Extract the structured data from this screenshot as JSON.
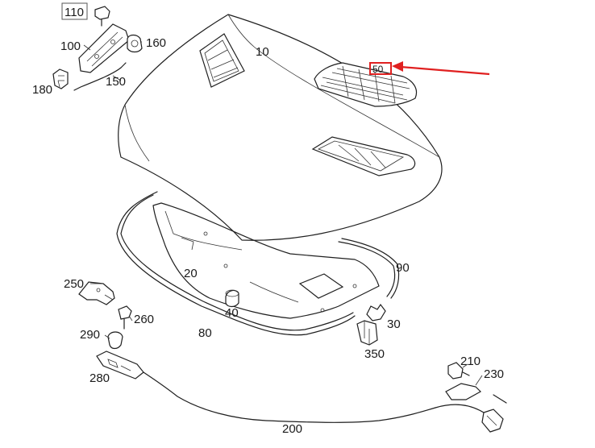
{
  "diagram": {
    "callouts": {
      "p10": "10",
      "p20": "20",
      "p30": "30",
      "p40": "40",
      "p50": "50",
      "p80": "80",
      "p90": "90",
      "p100": "100",
      "p110": "110",
      "p150": "150",
      "p160": "160",
      "p180": "180",
      "p200": "200",
      "p210": "210",
      "p230": "230",
      "p250": "250",
      "p260": "260",
      "p280": "280",
      "p290": "290",
      "p350": "350"
    },
    "colors": {
      "line": "#1f1f1f",
      "highlight": "#e02020"
    }
  }
}
